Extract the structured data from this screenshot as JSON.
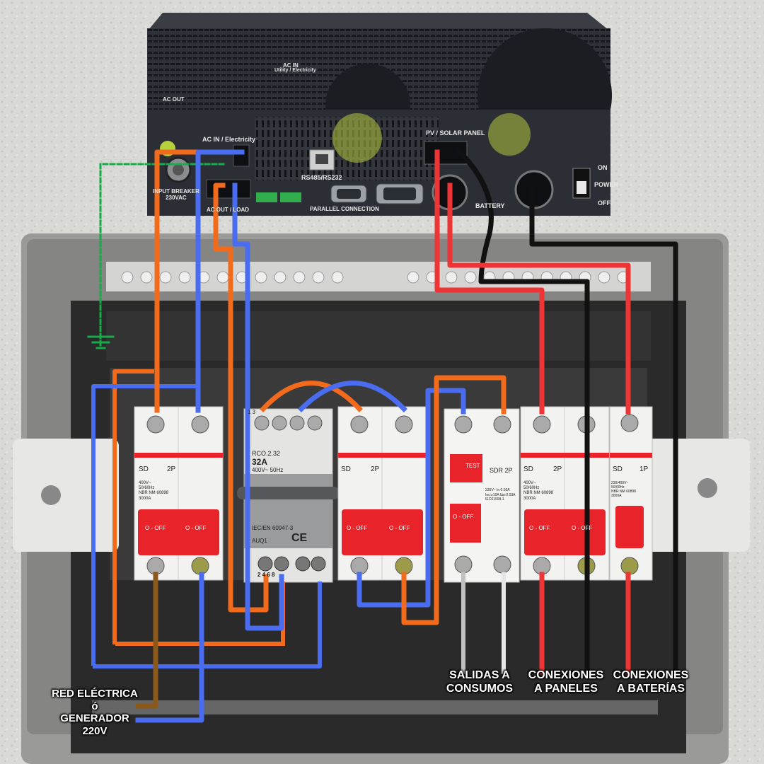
{
  "inverter": {
    "top_ac_in": "AC IN",
    "top_ac_in_sub": "Utility / Electricity",
    "top_ac_out": "AC OUT",
    "ac_in_label": "AC IN / Electricity",
    "pv_label": "PV / SOLAR PANEL",
    "input_breaker": "INPUT BREAKER\n230VAC",
    "rs_label": "RS485/RS232",
    "parallel_label": "PARALLEL CONNECTION",
    "ac_out_label": "AC OUT / LOAD",
    "battery_label": "BATTERY",
    "on_label": "ON",
    "power_label": "POWER",
    "off_label": "OFF"
  },
  "breakers": {
    "sd": "SD",
    "two_p": "2P",
    "one_p": "1P",
    "spec_2p": "400V~\n50/60Hz\nNBR NM 60898\n3000A",
    "spec_1p": "230/400V~\n50/60Hz\nNBR NM 60898\n3000A",
    "off_label": "O - OFF",
    "switch_model": "RCO.2.32",
    "switch_amps": "32A",
    "switch_voltage": "400V~ 50Hz",
    "switch_standard": "IEC/EN 60947-3",
    "switch_code": "AUQ1",
    "switch_ce": "CE",
    "switch_top_terms": "1     3",
    "switch_bottom_terms": "2  4  6  8",
    "rcd_brand": "SDR  2P",
    "rcd_test": "TEST",
    "rcd_spec": "230V~  In 0.03A\nInc:≥10A  I∆n:0.03A\nIEC61008-1"
  },
  "annotations": {
    "grid": "RED ELÉCTRICA\nó\nGENERADOR\n220V",
    "outputs": "SALIDAS A\nCONSUMOS",
    "panels": "CONEXIONES\nA PANELES",
    "batteries": "CONEXIONES\nA BATERÍAS"
  },
  "colors": {
    "live": "#f26a1b",
    "neutral": "#4a6cf0",
    "ground": "#1aa84a",
    "pv_positive": "#ee3434",
    "negative": "#111111",
    "grid_cable": "#8b5a1a",
    "breaker_red": "#e8232a"
  }
}
